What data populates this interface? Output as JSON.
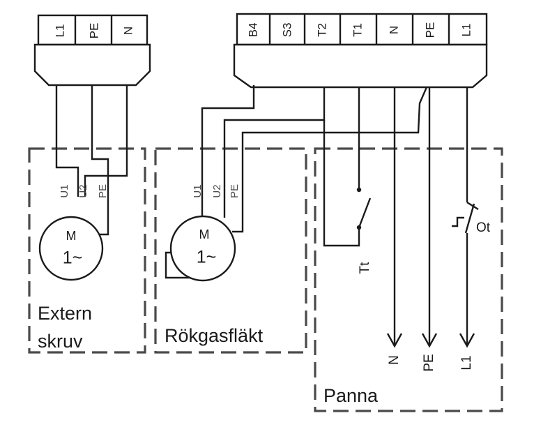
{
  "left_terminals": [
    "L1",
    "PE",
    "N"
  ],
  "right_terminals": [
    "B4",
    "S3",
    "T2",
    "T1",
    "N",
    "PE",
    "L1"
  ],
  "motor1": {
    "letter": "M",
    "phase": "1~",
    "pins": [
      "U1",
      "U2",
      "PE"
    ]
  },
  "motor2": {
    "letter": "M",
    "phase": "1~",
    "pins": [
      "U1",
      "U2",
      "PE"
    ]
  },
  "groups": {
    "extern_line1": "Extern",
    "extern_line2": "skruv",
    "rokgas": "Rökgasfläkt",
    "panna": "Panna"
  },
  "thermostat": "Tt",
  "overheat": "Ot",
  "outputs": [
    "N",
    "PE",
    "L1"
  ]
}
